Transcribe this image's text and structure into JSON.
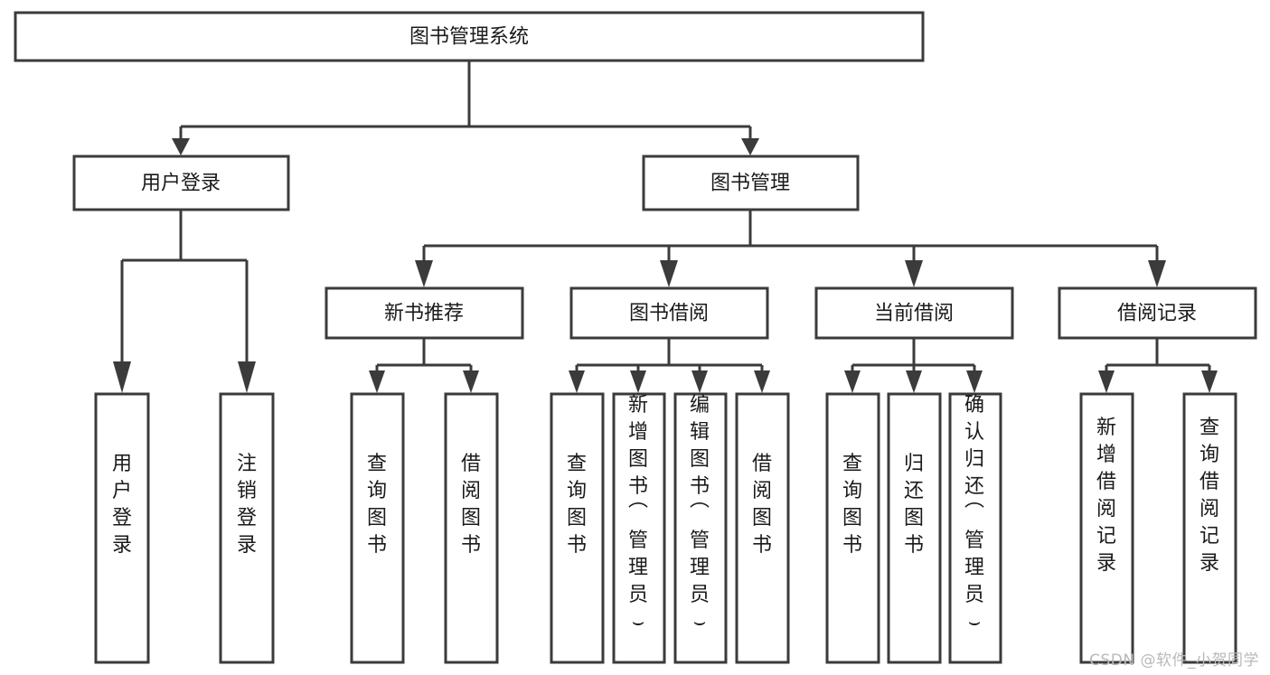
{
  "diagram": {
    "type": "tree-hierarchy",
    "title": "图书管理系统",
    "watermark": "CSDN @软件_小贺同学",
    "colors": {
      "stroke": "#3b3b3b",
      "box_fill": "#ffffff",
      "text": "#1a1a1a",
      "background": "#ffffff",
      "watermark": "#b9b9b9"
    },
    "levels": {
      "root": {
        "label": "图书管理系统"
      },
      "level1": [
        {
          "id": "user-login",
          "label": "用户登录"
        },
        {
          "id": "book-manage",
          "label": "图书管理"
        }
      ],
      "level2": [
        {
          "id": "new-book-recommend",
          "label": "新书推荐",
          "parent": "book-manage"
        },
        {
          "id": "book-borrow",
          "label": "图书借阅",
          "parent": "book-manage"
        },
        {
          "id": "current-borrow",
          "label": "当前借阅",
          "parent": "book-manage"
        },
        {
          "id": "borrow-record",
          "label": "借阅记录",
          "parent": "book-manage"
        }
      ],
      "leaves": [
        {
          "id": "leaf-user-login",
          "label": "用户登录",
          "parent": "user-login"
        },
        {
          "id": "leaf-user-logout",
          "label": "注销登录",
          "parent": "user-login"
        },
        {
          "id": "leaf-query-book-1",
          "label": "查询图书",
          "parent": "new-book-recommend"
        },
        {
          "id": "leaf-borrow-book-1",
          "label": "借阅图书",
          "parent": "new-book-recommend"
        },
        {
          "id": "leaf-query-book-2",
          "label": "查询图书",
          "parent": "book-borrow"
        },
        {
          "id": "leaf-add-book",
          "label": "新增图书（管理员）",
          "parent": "book-borrow"
        },
        {
          "id": "leaf-edit-book",
          "label": "编辑图书（管理员）",
          "parent": "book-borrow"
        },
        {
          "id": "leaf-borrow-book-2",
          "label": "借阅图书",
          "parent": "book-borrow"
        },
        {
          "id": "leaf-query-book-3",
          "label": "查询图书",
          "parent": "current-borrow"
        },
        {
          "id": "leaf-return-book",
          "label": "归还图书",
          "parent": "current-borrow"
        },
        {
          "id": "leaf-confirm-return",
          "label": "确认归还（管理员）",
          "parent": "current-borrow"
        },
        {
          "id": "leaf-add-record",
          "label": "新增借阅记录",
          "parent": "borrow-record"
        },
        {
          "id": "leaf-query-record",
          "label": "查询借阅记录",
          "parent": "borrow-record"
        }
      ]
    }
  }
}
